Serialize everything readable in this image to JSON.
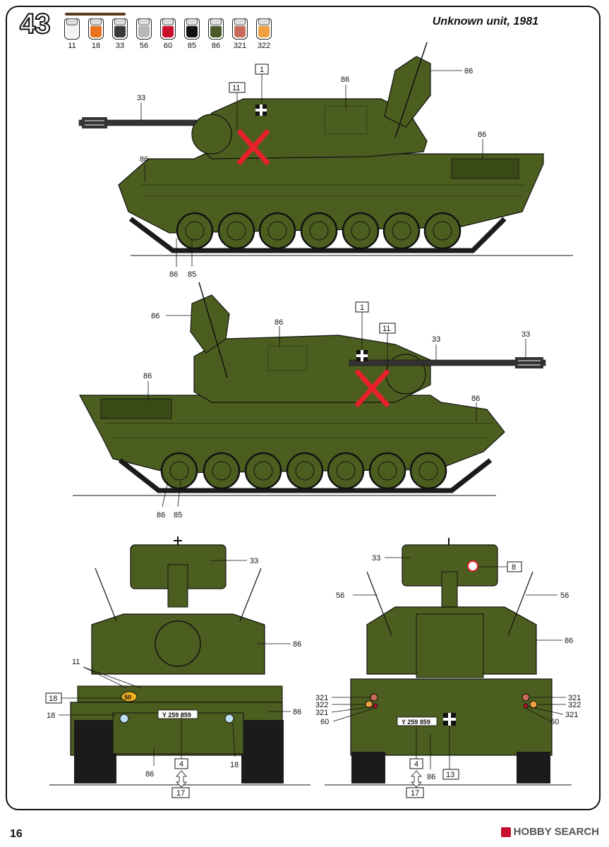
{
  "header": {
    "step_number": "43",
    "unit_title": "Unknown unit, 1981"
  },
  "paints": [
    {
      "code": "11",
      "color": "#f4f4f2"
    },
    {
      "code": "18",
      "color": "#e8731e"
    },
    {
      "code": "33",
      "color": "#3a3a3c"
    },
    {
      "code": "56",
      "color": "#b8b8b8"
    },
    {
      "code": "60",
      "color": "#c8102e"
    },
    {
      "code": "85",
      "color": "#111111"
    },
    {
      "code": "86",
      "color": "#4a5a2a"
    },
    {
      "code": "321",
      "color": "#c96b5a"
    },
    {
      "code": "322",
      "color": "#f0a040"
    }
  ],
  "colors": {
    "olive": "#4b5e1f",
    "olive_dark": "#3a4a17",
    "decal_red": "#e8202a"
  },
  "side1": {
    "l33": "33",
    "l86a": "86",
    "l86b": "86",
    "l86c": "86",
    "l86d": "86",
    "l86e": "86",
    "l85": "85",
    "decal1": "1",
    "decal11": "11"
  },
  "side2": {
    "l86a": "86",
    "l86b": "86",
    "l86c": "86",
    "l86d": "86",
    "l86e": "86",
    "l33a": "33",
    "l33b": "33",
    "l85": "85",
    "decal1": "1",
    "decal11": "11"
  },
  "front": {
    "l33": "33",
    "l86a": "86",
    "l86b": "86",
    "l86c": "86",
    "l11": "11",
    "l18a": "18",
    "l18b": "18",
    "decal18": "18",
    "decal4": "4",
    "decal17": "17",
    "plate": "Y 259 859",
    "tac_number": "50"
  },
  "rear": {
    "l33": "33",
    "l56a": "56",
    "l56b": "56",
    "l86a": "86",
    "l86b": "86",
    "l321a": "321",
    "l322a": "322",
    "l321b": "321",
    "l60a": "60",
    "l321c": "321",
    "l322b": "322",
    "l321d": "321",
    "l60b": "60",
    "decal8": "8",
    "decal4": "4",
    "decal17": "17",
    "decal13": "13",
    "plate": "Y 259 859"
  },
  "footer": {
    "page_number": "16",
    "logo_text": "HOBBY SEARCH"
  }
}
